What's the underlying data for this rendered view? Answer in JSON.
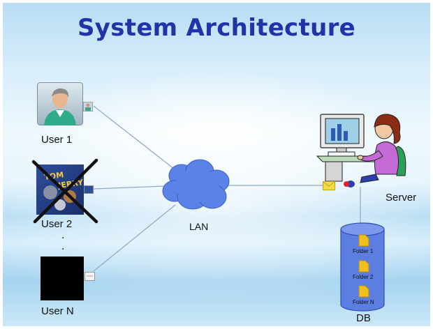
{
  "slide": {
    "title": "System Architecture"
  },
  "nodes": {
    "user1": "User 1",
    "user2": "User 2",
    "userN": "User N",
    "ellipsis": ".\n.",
    "lan": "LAN",
    "server": "Server",
    "db": "DB"
  },
  "folders": [
    "Folder 1",
    "Folder 2",
    "Folder N"
  ],
  "colors": {
    "title": "#2233a8",
    "cloud": "#5b82e8",
    "db": "#5b7ee0",
    "folder": "#f0c020",
    "connector": "#8fa7c8",
    "cross": "#111111"
  },
  "icons": {
    "user1_avatar": "person-avatar-icon",
    "user2_avatar": "cartoon-image-icon",
    "userN_avatar": "black-square-icon",
    "server": "person-at-computer-icon",
    "lan": "cloud-icon",
    "db": "database-cylinder-icon",
    "message": "envelope-icon"
  }
}
